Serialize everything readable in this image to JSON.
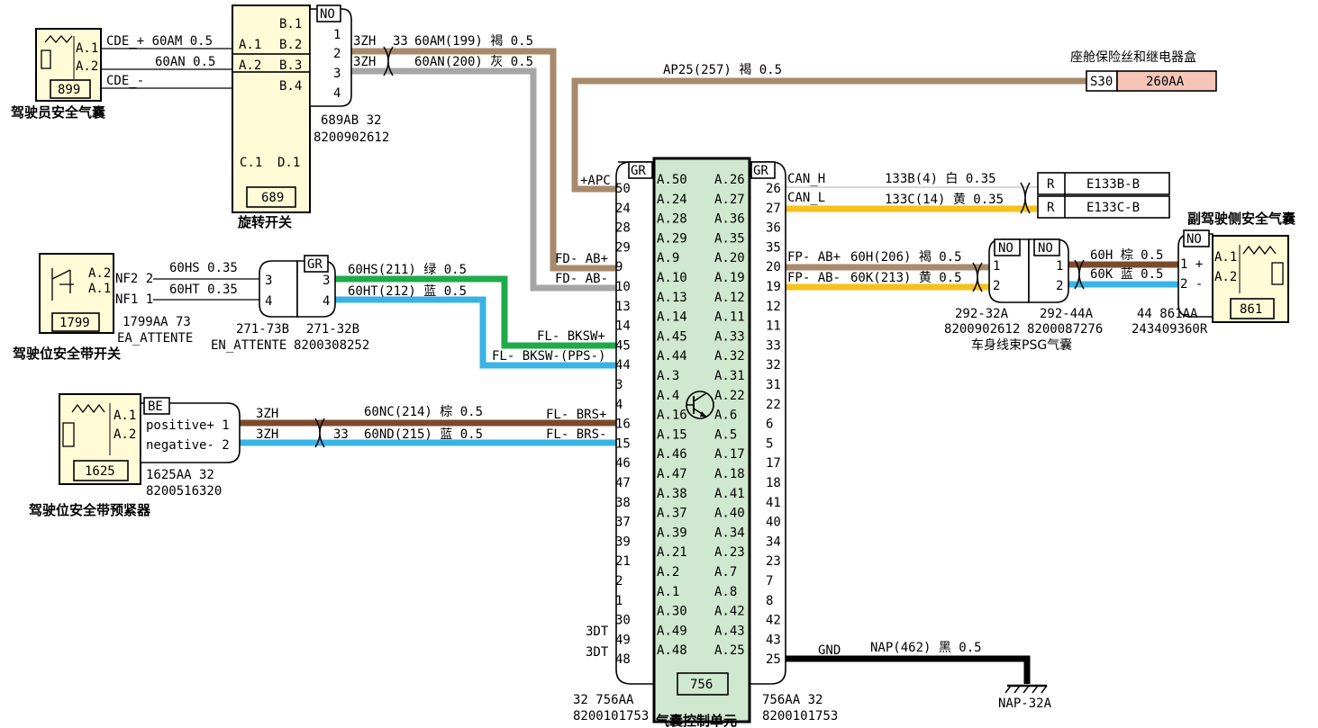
{
  "colors": {
    "tan": "#a8896b",
    "gray": "#a6a6a6",
    "green": "#1faa4a",
    "blue": "#38b3e6",
    "brown": "#7b4a2d",
    "yellow": "#f6c21a",
    "black": "#000000",
    "white_wire": "#d9d9d9",
    "fuse_fill": "#f6c5b8",
    "ecu_fill": "#cfe8cf",
    "comp_fill": "#fffbd6"
  },
  "icons": {
    "ecu": "transistor-icon",
    "airbag": "resistor-icon",
    "ground": "ground-icon",
    "twist": "twisted-pair-icon"
  },
  "driver_airbag": {
    "title": "驾驶员安全气囊",
    "code": "899",
    "pin1": "A.1",
    "pin2": "A.2",
    "cde_plus": "CDE_+ 60AM 0.5",
    "cde_an": "60AN 0.5",
    "cde_minus": "CDE_-"
  },
  "rotary_switch": {
    "title": "旋转开关",
    "code": "689",
    "conn_tag": "NO",
    "conn_ref": "689AB 32",
    "part_no": "8200902612",
    "pins_left": [
      "A.1",
      "A.2"
    ],
    "pins_right": [
      "B.1",
      "B.2",
      "B.3",
      "B.4"
    ],
    "pins_bottom": [
      "C.1",
      "D.1"
    ],
    "conn_pins": [
      "1",
      "2",
      "3",
      "4"
    ]
  },
  "wire_60am": {
    "gauge": "3ZH",
    "twist": "33",
    "label": "60AM(199) 褐 0.5"
  },
  "wire_60an": {
    "gauge": "3ZH",
    "label": "60AN(200) 灰 0.5"
  },
  "fuse_box": {
    "title": "座舱保险丝和继电器盒",
    "slot": "S30",
    "code": "260AA"
  },
  "wire_ap25": {
    "label": "AP25(257) 褐 0.5"
  },
  "ecu": {
    "title": "气囊控制单元",
    "code": "756",
    "left_tag": "GR",
    "right_tag": "GR",
    "left_ref": "32 756AA",
    "left_part": "8200101753",
    "right_ref": "756AA 32",
    "right_part": "8200101753",
    "inner_left": [
      "A.50",
      "A.24",
      "A.28",
      "A.29",
      "A.9",
      "A.10",
      "A.13",
      "A.14",
      "A.45",
      "A.44",
      "A.3",
      "A.4",
      "A.16",
      "A.15",
      "A.46",
      "A.47",
      "A.38",
      "A.37",
      "A.39",
      "A.21",
      "A.2",
      "A.1",
      "A.30",
      "A.49",
      "A.48"
    ],
    "inner_right": [
      "A.26",
      "A.27",
      "A.36",
      "A.35",
      "A.20",
      "A.19",
      "A.12",
      "A.11",
      "A.33",
      "A.32",
      "A.31",
      "A.22",
      "A.6",
      "A.5",
      "A.17",
      "A.18",
      "A.41",
      "A.40",
      "A.34",
      "A.23",
      "A.7",
      "A.8",
      "A.42",
      "A.43",
      "A.25"
    ],
    "left_pins": [
      "50",
      "24",
      "28",
      "29",
      "9",
      "10",
      "13",
      "14",
      "45",
      "44",
      "3",
      "4",
      "16",
      "15",
      "46",
      "47",
      "38",
      "37",
      "39",
      "21",
      "2",
      "1",
      "30",
      "49",
      "48"
    ],
    "right_pins": [
      "26",
      "27",
      "36",
      "35",
      "20",
      "19",
      "12",
      "11",
      "33",
      "32",
      "31",
      "22",
      "6",
      "5",
      "17",
      "18",
      "41",
      "40",
      "34",
      "23",
      "7",
      "8",
      "42",
      "43",
      "25"
    ]
  },
  "ecu_signals": {
    "apc": "+APC",
    "fd_ab_plus": "FD- AB+",
    "fd_ab_minus": "FD- AB-",
    "fl_bksw_plus": "FL- BKSW+",
    "fl_bksw_minus": "FL- BKSW-(PPS-)",
    "fl_brs_plus": "FL- BRS+",
    "fl_brs_minus": "FL- BRS-",
    "can_h": "CAN_H",
    "can_l": "CAN_L",
    "fp_ab_plus": "FP- AB+",
    "fp_ab_minus": "FP- AB-",
    "gnd": "GND",
    "dt49": "3DT",
    "dt48": "3DT"
  },
  "wire_can_h": {
    "label": "133B(4) 白 0.35"
  },
  "wire_can_l": {
    "label": "133C(14) 黄 0.35"
  },
  "can_box": {
    "r1": "R",
    "r2": "R",
    "e1": "E133B-B",
    "e2": "E133C-B"
  },
  "wire_60h": {
    "label": "60H(206) 褐 0.5",
    "right_label": "60H 棕 0.5"
  },
  "wire_60k": {
    "label": "60K(213) 黄 0.5",
    "right_label": "60K 蓝 0.5"
  },
  "psg": {
    "title": "车身线束PSG气囊",
    "tag1": "NO",
    "tag2": "NO",
    "ref1": "292-32A",
    "ref2": "292-44A",
    "part1": "8200902612",
    "part2": "8200087276",
    "p1": "1",
    "p2": "2",
    "q1": "1",
    "q2": "2"
  },
  "passenger_airbag": {
    "title": "副驾驶侧安全气囊",
    "code": "861",
    "tag": "NO",
    "pin1": "A.1",
    "pin2": "A.2",
    "plus": "1  +",
    "minus": "2  -",
    "ref": "44 861AA",
    "part": "243409360R"
  },
  "ground": {
    "label": "NAP(462) 黑 0.5",
    "name": "NAP-32A"
  },
  "belt_switch": {
    "title": "驾驶位安全带开关",
    "code": "1799",
    "pin1": "A.2",
    "pin2": "A.1",
    "nf2": "NF2 2",
    "nf1": "NF1 1",
    "ref": "1799AA 73",
    "name": "EA_ATTENTE",
    "w1": "60HS 0.35",
    "w2": "60HT 0.35"
  },
  "connector_271": {
    "tag": "GR",
    "p1": "3",
    "p2": "4",
    "q1": "3",
    "q2": "4",
    "ref1": "271-73B",
    "ref2": "271-32B",
    "name": "EN_ATTENTE",
    "part": "8200308252"
  },
  "wire_60hs": {
    "label": "60HS(211) 绿 0.5"
  },
  "wire_60ht": {
    "label": "60HT(212) 蓝 0.5"
  },
  "pretensioner": {
    "title": "驾驶位安全带预紧器",
    "code": "1625",
    "tag": "BE",
    "pin1": "A.1",
    "pin2": "A.2",
    "pos": "positive+ 1",
    "neg": "negative- 2",
    "ref": "1625AA 32",
    "part": "8200516320"
  },
  "wire_60nc": {
    "gauge": "3ZH",
    "label": "60NC(214) 棕 0.5"
  },
  "wire_60nd": {
    "gauge": "3ZH",
    "twist": "33",
    "label": "60ND(215) 蓝 0.5"
  }
}
